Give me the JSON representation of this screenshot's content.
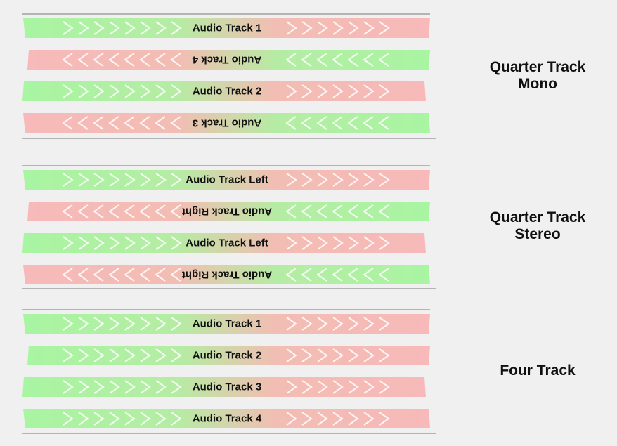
{
  "colors": {
    "background": "#f0f0f0",
    "forward": "#a8f5a2",
    "reverse": "#f7b9b9",
    "divider": "#b4b4b4",
    "chevron": "#ffffff"
  },
  "groups": [
    {
      "title_lines": [
        "Quarter Track",
        "Mono"
      ],
      "tracks": [
        {
          "label": "Audio Track 1",
          "direction": "forward"
        },
        {
          "label": "Audio Track 4",
          "direction": "reverse"
        },
        {
          "label": "Audio Track 2",
          "direction": "forward"
        },
        {
          "label": "Audio Track 3",
          "direction": "reverse"
        }
      ]
    },
    {
      "title_lines": [
        "Quarter Track",
        "Stereo"
      ],
      "tracks": [
        {
          "label": "Audio Track Left",
          "direction": "forward"
        },
        {
          "label": "Audio Track Right",
          "direction": "reverse"
        },
        {
          "label": "Audio Track Left",
          "direction": "forward"
        },
        {
          "label": "Audio Track Right",
          "direction": "reverse"
        }
      ]
    },
    {
      "title_lines": [
        "Four Track"
      ],
      "tracks": [
        {
          "label": "Audio Track 1",
          "direction": "forward"
        },
        {
          "label": "Audio Track 2",
          "direction": "forward"
        },
        {
          "label": "Audio Track 3",
          "direction": "forward"
        },
        {
          "label": "Audio Track 4",
          "direction": "forward"
        }
      ]
    }
  ]
}
